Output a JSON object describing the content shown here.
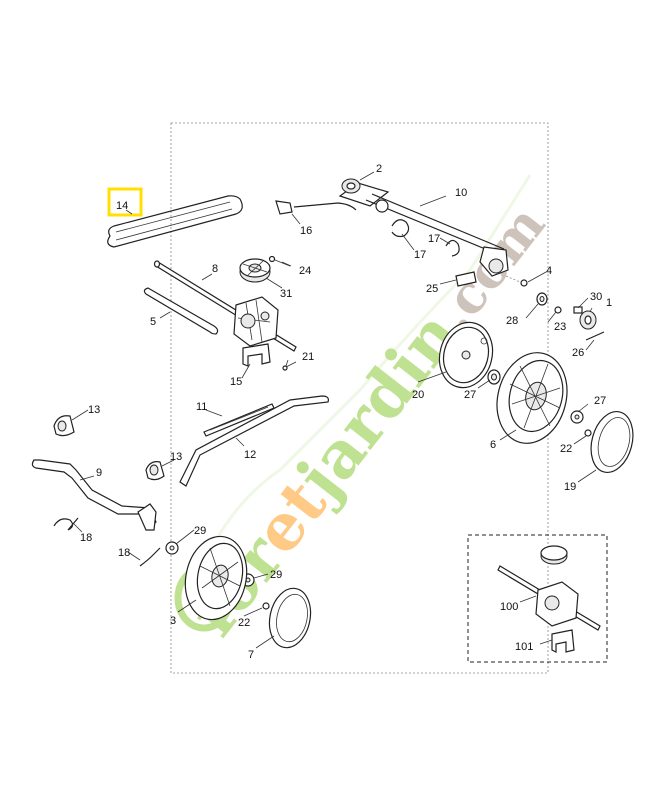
{
  "colors": {
    "highlight": "#ffe000",
    "watermark_green": "#b7df86",
    "watermark_orange": "#ffc57a",
    "watermark_brown": "#c9bdb3"
  },
  "watermark": {
    "text": "foretjardin.com"
  },
  "labels": {
    "p1": "1",
    "p2": "2",
    "p3": "3",
    "p4": "4",
    "p5": "5",
    "p6": "6",
    "p7": "7",
    "p8": "8",
    "p9": "9",
    "p10": "10",
    "p11": "11",
    "p12": "12",
    "p13a": "13",
    "p13b": "13",
    "p14": "14",
    "p15": "15",
    "p16": "16",
    "p17a": "17",
    "p17b": "17",
    "p18a": "18",
    "p18b": "18",
    "p19": "19",
    "p20": "20",
    "p21": "21",
    "p22a": "22",
    "p22b": "22",
    "p23": "23",
    "p24": "24",
    "p25": "25",
    "p26": "26",
    "p27a": "27",
    "p27b": "27",
    "p28": "28",
    "p29a": "29",
    "p29b": "29",
    "p30": "30",
    "p31": "31",
    "p100": "100",
    "p101": "101"
  },
  "highlighted_part": "14"
}
